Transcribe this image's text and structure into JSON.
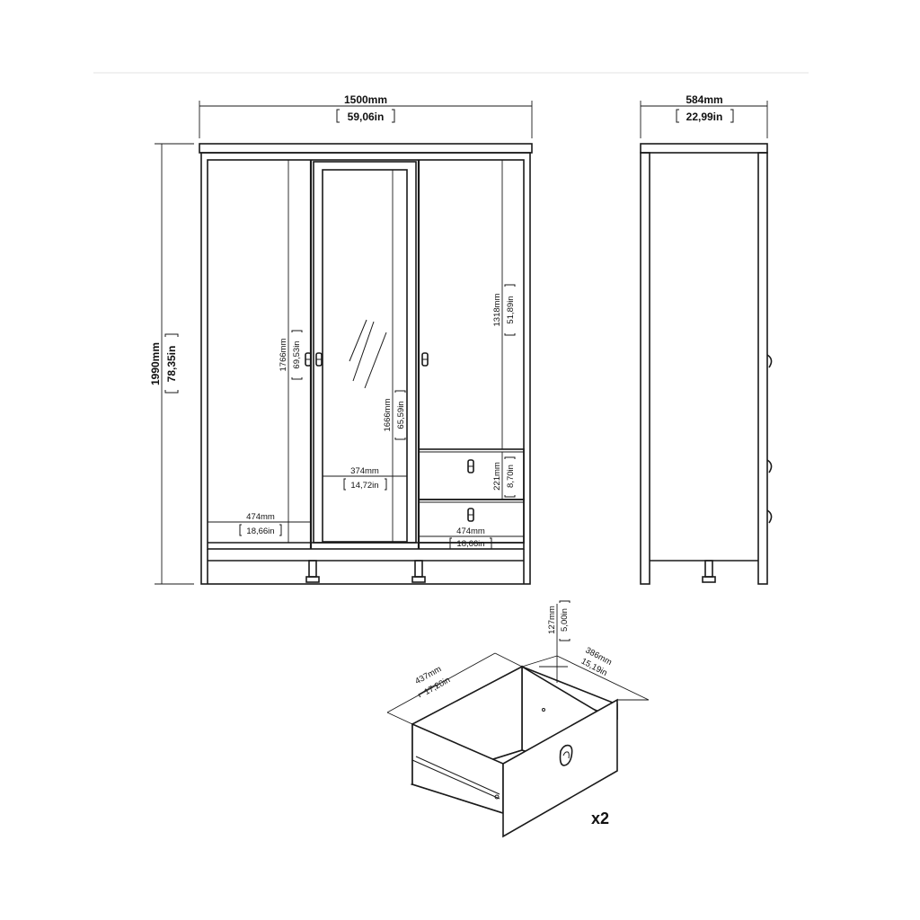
{
  "front": {
    "width_mm": "1500mm",
    "width_in": "59,06in",
    "height_mm": "1990mm",
    "height_in": "78,35in",
    "door_height_mm": "1766mm",
    "door_height_in": "69,53in",
    "mirror_height_mm": "1666mm",
    "mirror_height_in": "65,59in",
    "upper_right_mm": "1318mm",
    "upper_right_in": "51,89in",
    "mirror_width_mm": "374mm",
    "mirror_width_in": "14,72in",
    "left_inner_mm": "474mm",
    "left_inner_in": "18,66in",
    "right_inner_mm": "474mm",
    "right_inner_in": "18,66in",
    "drawer_height_mm": "221mm",
    "drawer_height_in": "8,70in"
  },
  "side": {
    "depth_mm": "584mm",
    "depth_in": "22,99in"
  },
  "drawer": {
    "width_mm": "437mm",
    "width_in": "17,20in",
    "depth_mm": "386mm",
    "depth_in": "15,19in",
    "height_mm": "127mm",
    "height_in": "5,00in",
    "quantity": "x2"
  }
}
